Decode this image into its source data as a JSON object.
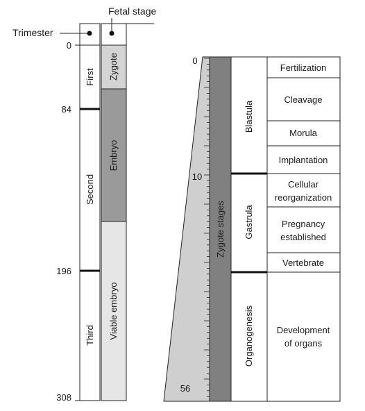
{
  "left_panel": {
    "header_trimester": "Trimester",
    "header_fetal_stage": "Fetal stage",
    "ticks": [
      "0",
      "84",
      "196",
      "308"
    ],
    "trimesters": [
      "First",
      "Second",
      "Third"
    ],
    "fetal_stages": [
      "Zygote",
      "Embryo",
      "Viable embryo"
    ],
    "colors": {
      "zygote": "#d4d4d4",
      "embryo": "#9a9a9a",
      "viable_embryo": "#e6e6e6",
      "marker": "#111111"
    }
  },
  "right_panel": {
    "scale_labels": [
      "0",
      "10",
      "56"
    ],
    "bar_label": "Zygote stages",
    "phases": [
      "Blastula",
      "Gastrula",
      "Organogenesis"
    ],
    "events": [
      [
        "Fertilization"
      ],
      [
        "Cleavage"
      ],
      [
        "Morula"
      ],
      [
        "Implantation"
      ],
      [
        "Cellular",
        "reorganization"
      ],
      [
        "Pregnancy",
        "established"
      ],
      [
        "Vertebrate"
      ],
      [
        "Development",
        "of organs"
      ]
    ],
    "colors": {
      "wedge": "#cfcfcf",
      "bar": "#808080"
    }
  }
}
